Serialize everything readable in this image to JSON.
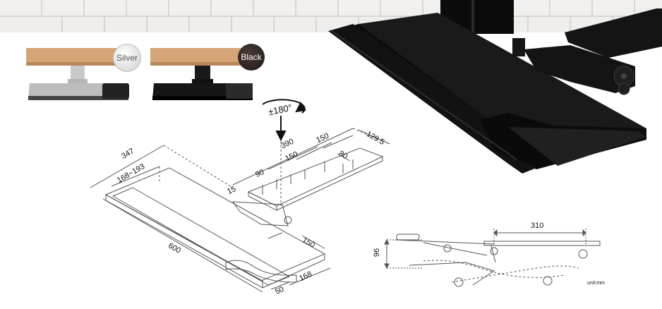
{
  "finish_options": [
    {
      "label": "Silver",
      "color": "#c8c8c8"
    },
    {
      "label": "Black",
      "color": "#1e1513"
    }
  ],
  "rotation": {
    "label": "±180°"
  },
  "dimensions": {
    "overall_depth": "347",
    "keyboard_depth_range": "168~193",
    "keyboard_width": "600",
    "rail_length": "390",
    "rail_a": "150",
    "rail_b": "150",
    "rail_c": "90",
    "rail_d": "80",
    "rail_e": "15",
    "rail_f": "129.5",
    "mouse_width": "150",
    "palm_depth": "168",
    "palm_edge": "50",
    "side_width": "310",
    "side_height": "96"
  },
  "unit_note": "unit:mm",
  "colors": {
    "product": "#111111",
    "wood": "#d6a577",
    "line": "#555555"
  }
}
